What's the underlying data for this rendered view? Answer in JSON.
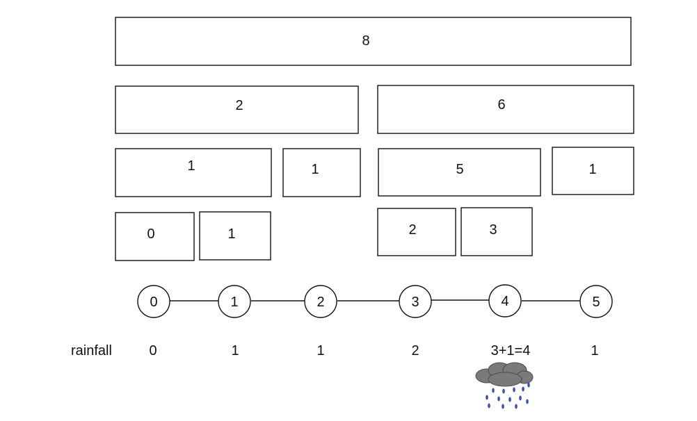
{
  "tree": {
    "level0": [
      "8"
    ],
    "level1": [
      "2",
      "6"
    ],
    "level2": [
      "1",
      "1",
      "5",
      "1"
    ],
    "level3": [
      "0",
      "1",
      "2",
      "3"
    ]
  },
  "chain": {
    "nodes": [
      "0",
      "1",
      "2",
      "3",
      "4",
      "5"
    ]
  },
  "rainfall": {
    "label": "rainfall",
    "values": [
      "0",
      "1",
      "1",
      "2",
      "3+1=4",
      "1"
    ]
  },
  "icons": {
    "rain": "rain-cloud-icon"
  },
  "colors": {
    "stroke": "#111111",
    "cloud": "#7a7a7a",
    "rain": "#3a4fb0"
  }
}
